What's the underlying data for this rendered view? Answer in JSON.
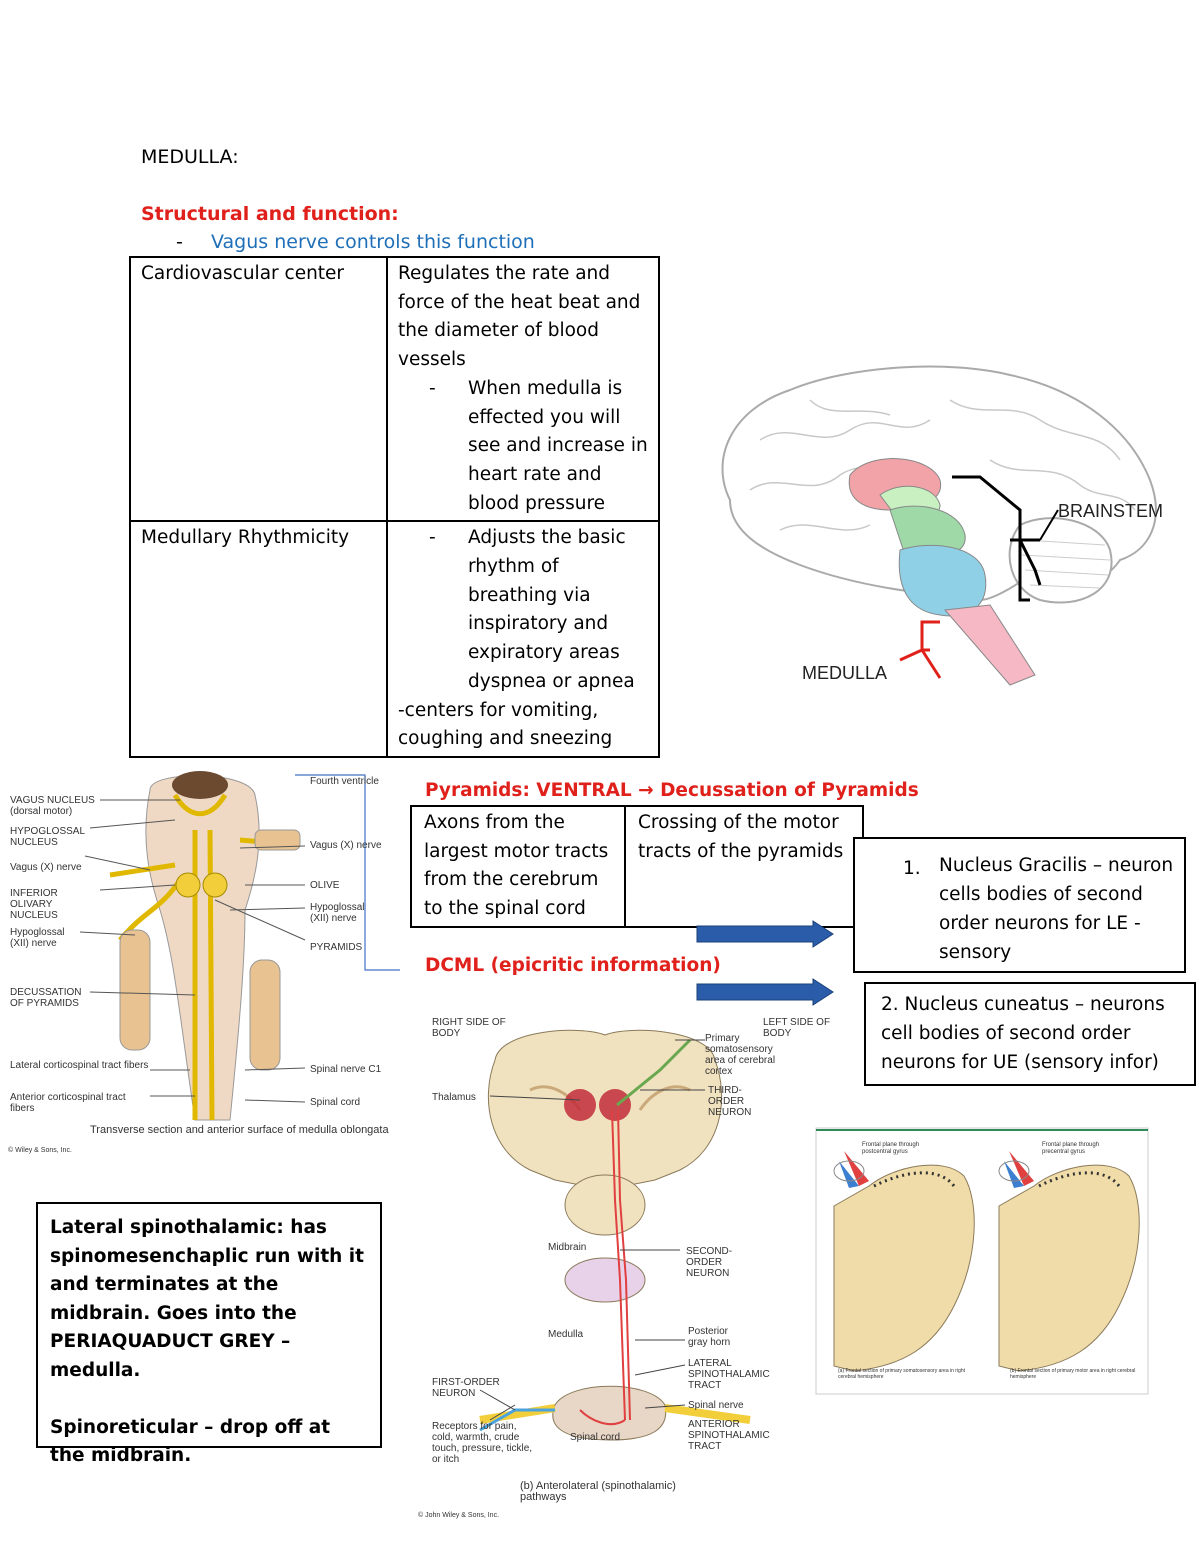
{
  "heading": "MEDULLA:",
  "section_title": "Structural and function:",
  "bullet_dash": "-",
  "bullet_text": "Vagus nerve controls this function",
  "table": {
    "rows": [
      {
        "name": "Cardiovascular center",
        "desc": "Regulates the rate and force of the heat beat and the diameter of blood vessels",
        "sub_dash": "-",
        "sub_text": "When medulla is effected you will see and increase in heart rate and blood pressure"
      },
      {
        "name": "Medullary Rhythmicity",
        "sub_dash": "-",
        "sub_text": "Adjusts the basic rhythm of breathing via inspiratory and expiratory areas dyspnea or apnea",
        "extra": "-centers for vomiting, coughing and sneezing"
      }
    ]
  },
  "brain_figure": {
    "brainstem_label": "BRAINSTEM",
    "medulla_label": "MEDULLA",
    "colors": {
      "midbrain": "#f2a3a8",
      "pons": "#9fd9a8",
      "medulla": "#8fd0e6",
      "cord": "#f5b8c4",
      "bracket_red": "#e0201b"
    }
  },
  "pyramids": {
    "title": "Pyramids: VENTRAL → Decussation of Pyramids",
    "col1": "Axons from the largest motor tracts from the cerebrum to the spinal cord",
    "col2": "Crossing of the motor tracts of the pyramids"
  },
  "dcml_title": "DCML (epicritic information)",
  "nucleus_gracilis": {
    "num": "1.",
    "text": "Nucleus Gracilis – neuron cells bodies of second order neurons for LE -sensory"
  },
  "nucleus_cuneatus": "2. Nucleus cuneatus – neurons cell bodies of second order neurons for UE (sensory infor)",
  "lateral_box": {
    "p1_a": "Lateral spinothalamic: has spinomesenchaplic run with it and terminates at the midbrain. Goes into the ",
    "p1_b": "PERIAQUADUCT GREY – medulla.",
    "p2": "Spinoreticular – drop off at the midbrain."
  },
  "medulla_figure": {
    "labels_left": [
      "VAGUS NUCLEUS (dorsal motor)",
      "HYPOGLOSSAL NUCLEUS",
      "Vagus (X) nerve",
      "INFERIOR OLIVARY NUCLEUS",
      "Hypoglossal (XII) nerve",
      "DECUSSATION OF PYRAMIDS",
      "Lateral corticospinal tract fibers",
      "Anterior corticospinal tract fibers"
    ],
    "labels_right": [
      "Fourth ventricle",
      "Vagus (X) nerve",
      "OLIVE",
      "Hypoglossal (XII) nerve",
      "PYRAMIDS",
      "Spinal nerve C1",
      "Spinal cord"
    ],
    "caption": "Transverse section and anterior surface of medulla oblongata",
    "credit": "© Wiley & Sons, Inc."
  },
  "spinothalamic_figure": {
    "right_side": "RIGHT SIDE OF BODY",
    "left_side": "LEFT SIDE OF BODY",
    "primary": "Primary somatosensory area of cerebral cortex",
    "thalamus": "Thalamus",
    "third": "THIRD-ORDER NEURON",
    "midbrain": "Midbrain",
    "second": "SECOND-ORDER NEURON",
    "medulla": "Medulla",
    "posterior": "Posterior gray horn",
    "lateral": "LATERAL SPINOTHALAMIC TRACT",
    "first": "FIRST-ORDER NEURON",
    "spinal_nerve": "Spinal nerve",
    "anterior": "ANTERIOR SPINOTHALAMIC TRACT",
    "receptors": "Receptors for pain, cold, warmth, crude touch, pressure, tickle, or itch",
    "spinal_cord": "Spinal cord",
    "caption": "(b) Anterolateral (spinothalamic) pathways",
    "credit": "© John Wiley & Sons, Inc."
  },
  "homunculus_figure": {
    "label_a": "Frontal plane through postcentral gyrus",
    "label_b": "Frontal plane through precentral gyrus",
    "caption_a": "(a) Frontal section of primary somatosensory area in right cerebral hemisphere",
    "caption_b": "(b) Frontal section of primary motor area in right cerebral hemisphere"
  }
}
